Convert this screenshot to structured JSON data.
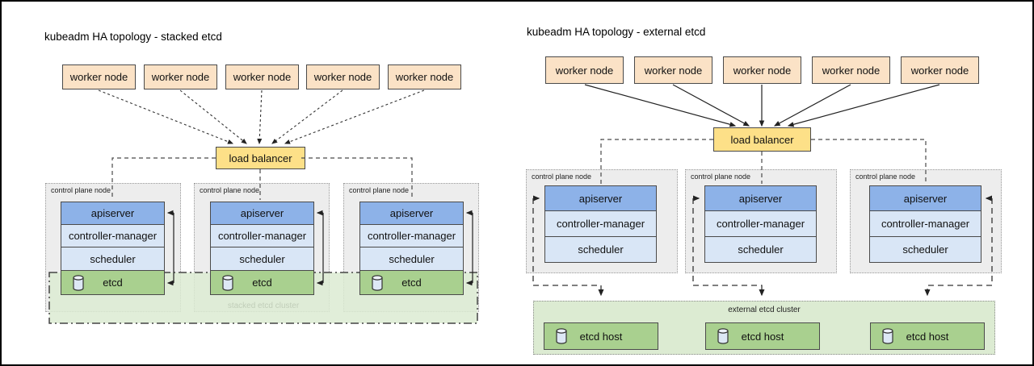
{
  "colors": {
    "worker_fill": "#fbe2c6",
    "load_balancer_fill": "#fde088",
    "apiserver_fill": "#8db2e8",
    "component_fill": "#d9e6f6",
    "etcd_fill": "#a9d08f",
    "cluster_fill": "#dcebd2",
    "panel_fill": "#ededed",
    "box_border": "#4a4a4a",
    "connector": "#333333"
  },
  "left": {
    "title": "kubeadm HA topology - stacked etcd",
    "workers": [
      "worker node",
      "worker node",
      "worker node",
      "worker node",
      "worker node"
    ],
    "load_balancer": "load balancer",
    "panels": [
      {
        "label": "control plane node",
        "apiserver": "apiserver",
        "controller_manager": "controller-manager",
        "scheduler": "scheduler",
        "etcd": "etcd"
      },
      {
        "label": "control plane node",
        "apiserver": "apiserver",
        "controller_manager": "controller-manager",
        "scheduler": "scheduler",
        "etcd": "etcd"
      },
      {
        "label": "control plane node",
        "apiserver": "apiserver",
        "controller_manager": "controller-manager",
        "scheduler": "scheduler",
        "etcd": "etcd"
      }
    ],
    "cluster_label": "stacked etcd cluster"
  },
  "right": {
    "title": "kubeadm HA topology - external etcd",
    "workers": [
      "worker node",
      "worker node",
      "worker node",
      "worker node",
      "worker node"
    ],
    "load_balancer": "load balancer",
    "panels": [
      {
        "label": "control plane node",
        "apiserver": "apiserver",
        "controller_manager": "controller-manager",
        "scheduler": "scheduler"
      },
      {
        "label": "control plane node",
        "apiserver": "apiserver",
        "controller_manager": "controller-manager",
        "scheduler": "scheduler"
      },
      {
        "label": "control plane node",
        "apiserver": "apiserver",
        "controller_manager": "controller-manager",
        "scheduler": "scheduler"
      }
    ],
    "cluster_label": "external etcd cluster",
    "etcd_hosts": [
      "etcd host",
      "etcd host",
      "etcd host"
    ]
  }
}
